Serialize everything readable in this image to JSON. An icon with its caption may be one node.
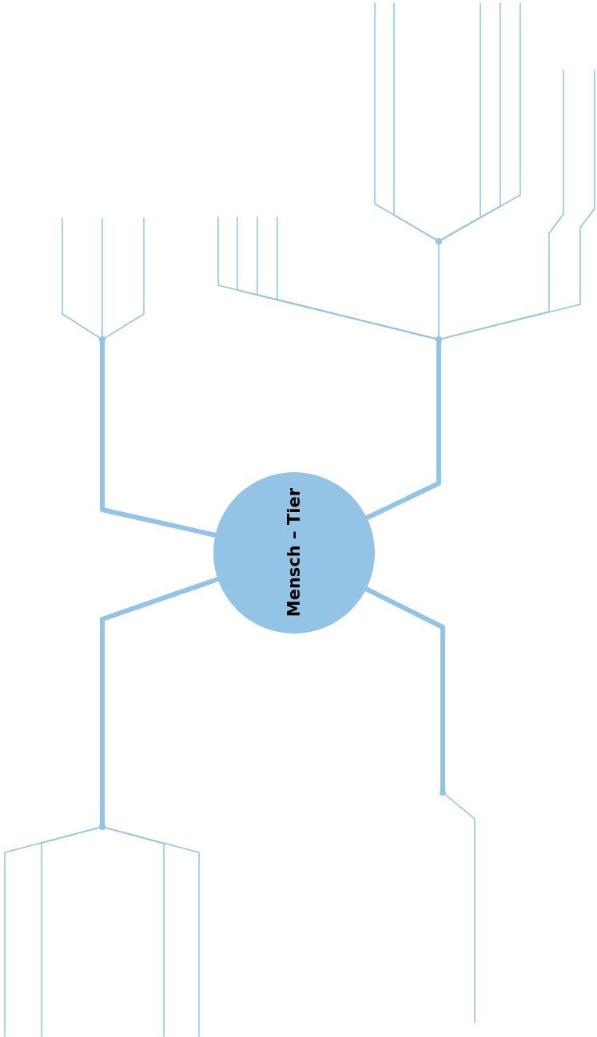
{
  "diagram": {
    "nodes": [
      {
        "text": [
          "Mensch – Tier"
        ]
      },
      {
        "text": [],
        "shape": "point"
      },
      {
        "text": [],
        "shape": "point"
      },
      {
        "text": [],
        "shape": "point"
      },
      {
        "text": [],
        "shape": "point"
      },
      {
        "text": [],
        "shape": "point"
      }
    ],
    "edges": [
      {
        "from": 0,
        "to": 1,
        "arrow": "none",
        "style": "thick"
      },
      {
        "from": 1,
        "to": null,
        "arrow": "none"
      },
      {
        "from": 1,
        "to": null,
        "arrow": "none"
      },
      {
        "from": 1,
        "to": null,
        "arrow": "none"
      },
      {
        "from": 0,
        "to": 2,
        "arrow": "none",
        "style": "thick"
      },
      {
        "from": 2,
        "to": null,
        "arrow": "none"
      },
      {
        "from": 2,
        "to": null,
        "arrow": "none"
      },
      {
        "from": 2,
        "to": null,
        "arrow": "none"
      },
      {
        "from": 2,
        "to": null,
        "arrow": "none"
      },
      {
        "from": 2,
        "to": 3,
        "arrow": "none"
      },
      {
        "from": 3,
        "to": null,
        "arrow": "none"
      },
      {
        "from": 3,
        "to": null,
        "arrow": "none"
      },
      {
        "from": 3,
        "to": null,
        "arrow": "none"
      },
      {
        "from": 3,
        "to": null,
        "arrow": "none"
      },
      {
        "from": 3,
        "to": null,
        "arrow": "none"
      },
      {
        "from": 2,
        "to": null,
        "arrow": "none"
      },
      {
        "from": 2,
        "to": null,
        "arrow": "none"
      },
      {
        "from": 0,
        "to": 4,
        "arrow": "none",
        "style": "thick"
      },
      {
        "from": 4,
        "to": null,
        "arrow": "none"
      },
      {
        "from": 4,
        "to": null,
        "arrow": "none"
      },
      {
        "from": 4,
        "to": null,
        "arrow": "none"
      },
      {
        "from": 4,
        "to": null,
        "arrow": "none"
      },
      {
        "from": 0,
        "to": 5,
        "arrow": "none",
        "style": "thick"
      },
      {
        "from": 5,
        "to": null,
        "arrow": "none"
      }
    ]
  }
}
